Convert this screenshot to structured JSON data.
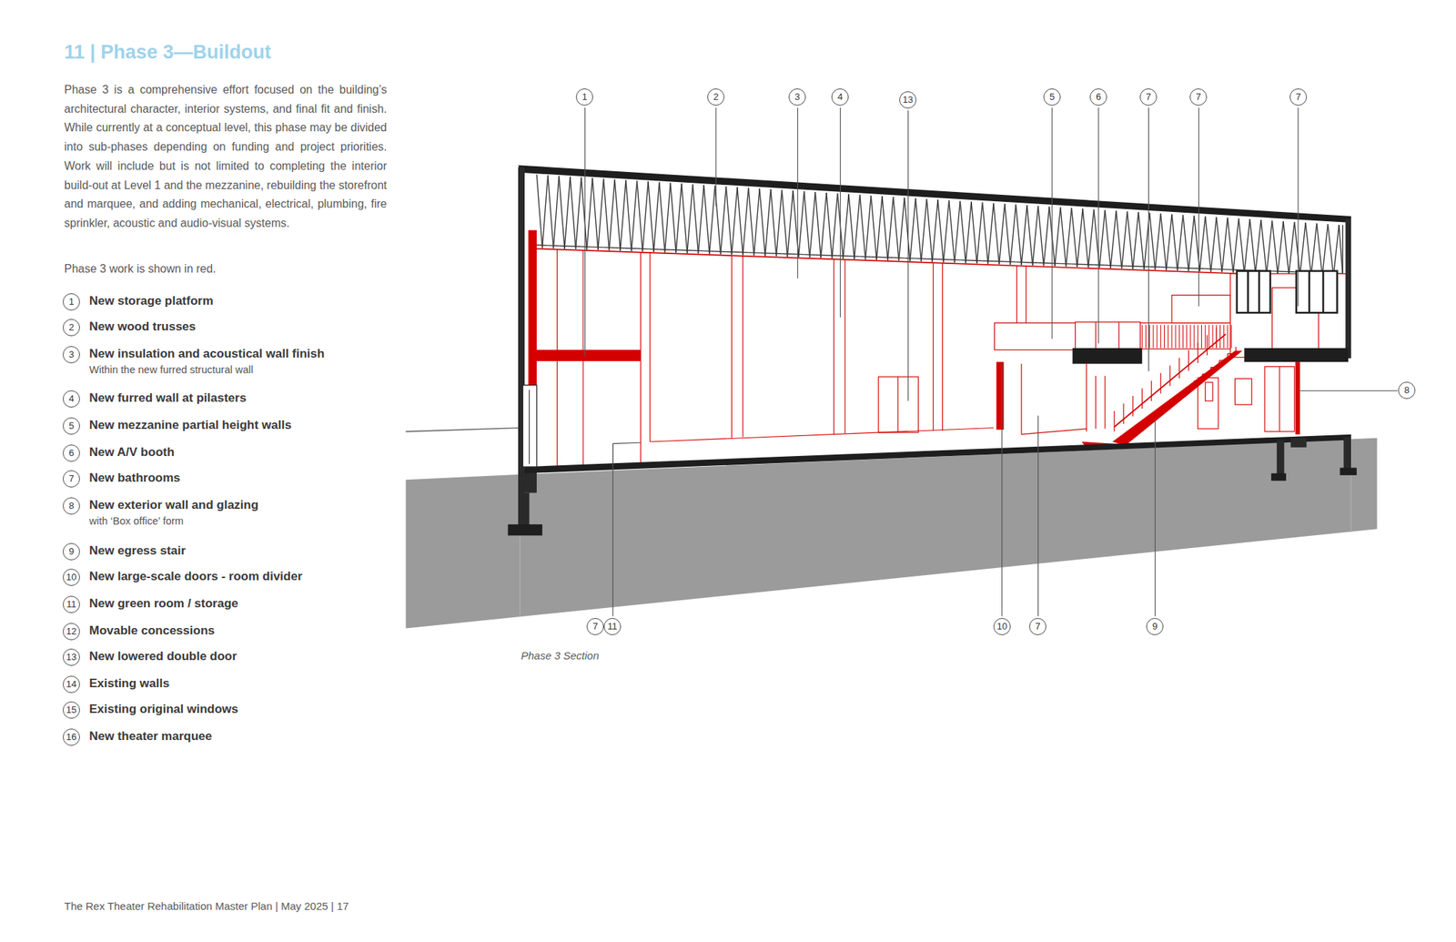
{
  "diagram": {
    "title": "11 | Phase 3—Buildout",
    "caption": "Phase 3 Section",
    "labels": [
      "Phase 3 is a comprehensive effort focused on the building’s architectural character, interior systems, and final fit and finish. While currently at a conceptual level, this phase may be divided into sub-phases depending on funding and project priorities. Work will include but is not limited to completing the interior build-out at Level 1 and the mezzanine, rebuilding the storefront and marquee, and adding mechanical, electrical, plumbing, fire sprinkler, acoustic and audio-visual systems.",
      "Phase 3 work is shown in red.",
      "1",
      "New storage platform",
      "2",
      "New wood trusses",
      "3",
      "New insulation and acoustical wall finish",
      "Within the new furred structural wall",
      "4",
      "New furred wall at pilasters",
      "5",
      "New mezzanine partial height walls",
      "6",
      "New A/V booth",
      "7",
      "New bathrooms",
      "8",
      "New exterior wall and glazing",
      "with ‘Box office’ form",
      "9",
      "New egress stair",
      "10",
      "New large-scale doors - room divider",
      "11",
      "New green room / storage",
      "12",
      "Movable concessions",
      "13",
      "New lowered double door",
      "14",
      "Existing walls",
      "15",
      "Existing original windows",
      "16",
      "New theater marquee",
      "1",
      "2",
      "3",
      "4",
      "13",
      "5",
      "6",
      "7",
      "7",
      "7",
      "8",
      "7",
      "11",
      "10",
      "7",
      "9",
      "The Rex Theater Rehabilitation Master Plan | May 2025 | 17"
    ]
  }
}
